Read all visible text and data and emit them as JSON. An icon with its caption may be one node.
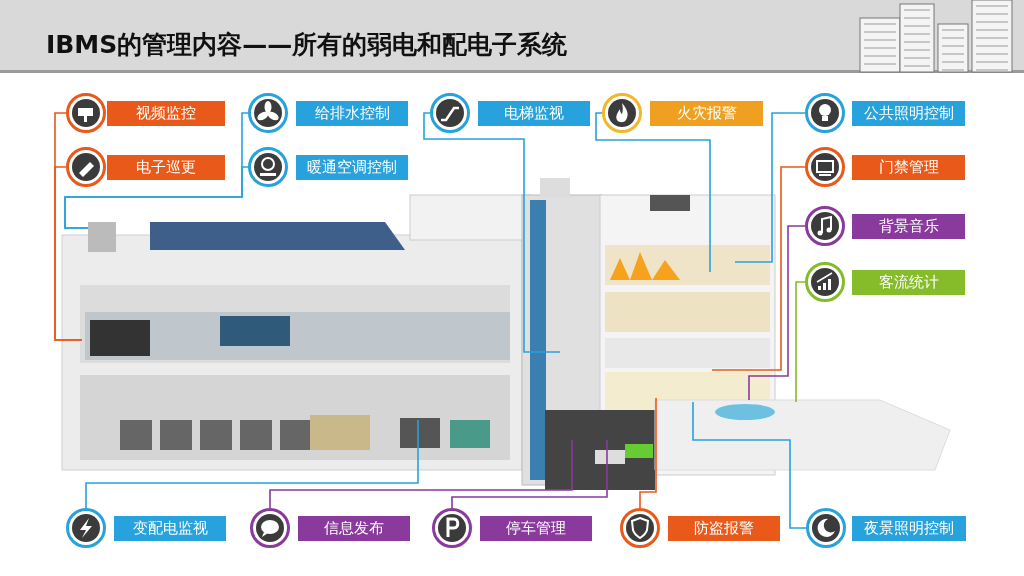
{
  "diagram": {
    "title": "IBMS的管理内容——所有的弱电和配电子系统",
    "nodes": [
      {
        "text": [
          "视频监控"
        ]
      },
      {
        "text": [
          "电子巡更"
        ]
      },
      {
        "text": [
          "给排水控制"
        ]
      },
      {
        "text": [
          "暖通空调控制"
        ]
      },
      {
        "text": [
          "电梯监视"
        ]
      },
      {
        "text": [
          "火灾报警"
        ]
      },
      {
        "text": [
          "公共照明控制"
        ]
      },
      {
        "text": [
          "门禁管理"
        ]
      },
      {
        "text": [
          "背景音乐"
        ]
      },
      {
        "text": [
          "客流统计"
        ]
      },
      {
        "text": [
          "变配电监视"
        ]
      },
      {
        "text": [
          "信息发布"
        ]
      },
      {
        "text": [
          "停车管理"
        ]
      },
      {
        "text": [
          "防盗报警"
        ]
      },
      {
        "text": [
          "夜景照明控制"
        ]
      }
    ],
    "edges": [
      {
        "from": 0,
        "to": null,
        "arrow": "none",
        "color": "#e8591a"
      },
      {
        "from": 1,
        "to": null,
        "arrow": "none",
        "color": "#e8591a"
      },
      {
        "from": 2,
        "to": null,
        "arrow": "none"
      },
      {
        "from": 3,
        "to": null,
        "arrow": "none"
      },
      {
        "from": 4,
        "to": null,
        "arrow": "none"
      },
      {
        "from": 5,
        "to": null,
        "arrow": "none"
      },
      {
        "from": 6,
        "to": null,
        "arrow": "none"
      },
      {
        "from": 7,
        "to": null,
        "arrow": "none",
        "color": "#e8591a"
      },
      {
        "from": 8,
        "to": null,
        "arrow": "none",
        "color": "#8a3a9c"
      },
      {
        "from": 9,
        "to": null,
        "arrow": "none",
        "color": "#86bc2a"
      },
      {
        "from": 10,
        "to": null,
        "arrow": "none"
      },
      {
        "from": 11,
        "to": null,
        "arrow": "none",
        "color": "#8a3a9c"
      },
      {
        "from": 12,
        "to": null,
        "arrow": "none",
        "color": "#8a3a9c"
      },
      {
        "from": 13,
        "to": null,
        "arrow": "none",
        "color": "#e8591a"
      },
      {
        "from": 14,
        "to": null,
        "arrow": "none"
      }
    ]
  }
}
